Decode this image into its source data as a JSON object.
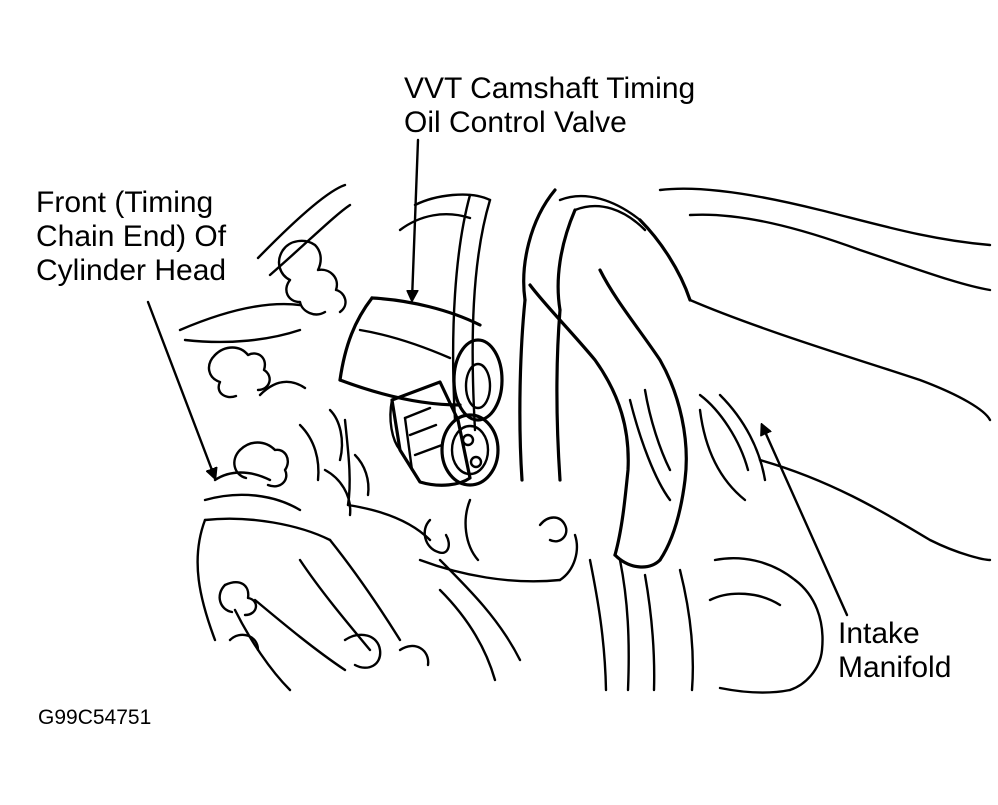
{
  "labels": {
    "vvt_valve": {
      "line1": "VVT Camshaft Timing",
      "line2": "Oil Control Valve"
    },
    "cylinder_head_front": {
      "line1": "Front (Timing",
      "line2": "Chain End) Of",
      "line3": "Cylinder Head"
    },
    "intake_manifold": {
      "line1": "Intake",
      "line2": "Manifold"
    }
  },
  "figure_code": "G99C54751"
}
